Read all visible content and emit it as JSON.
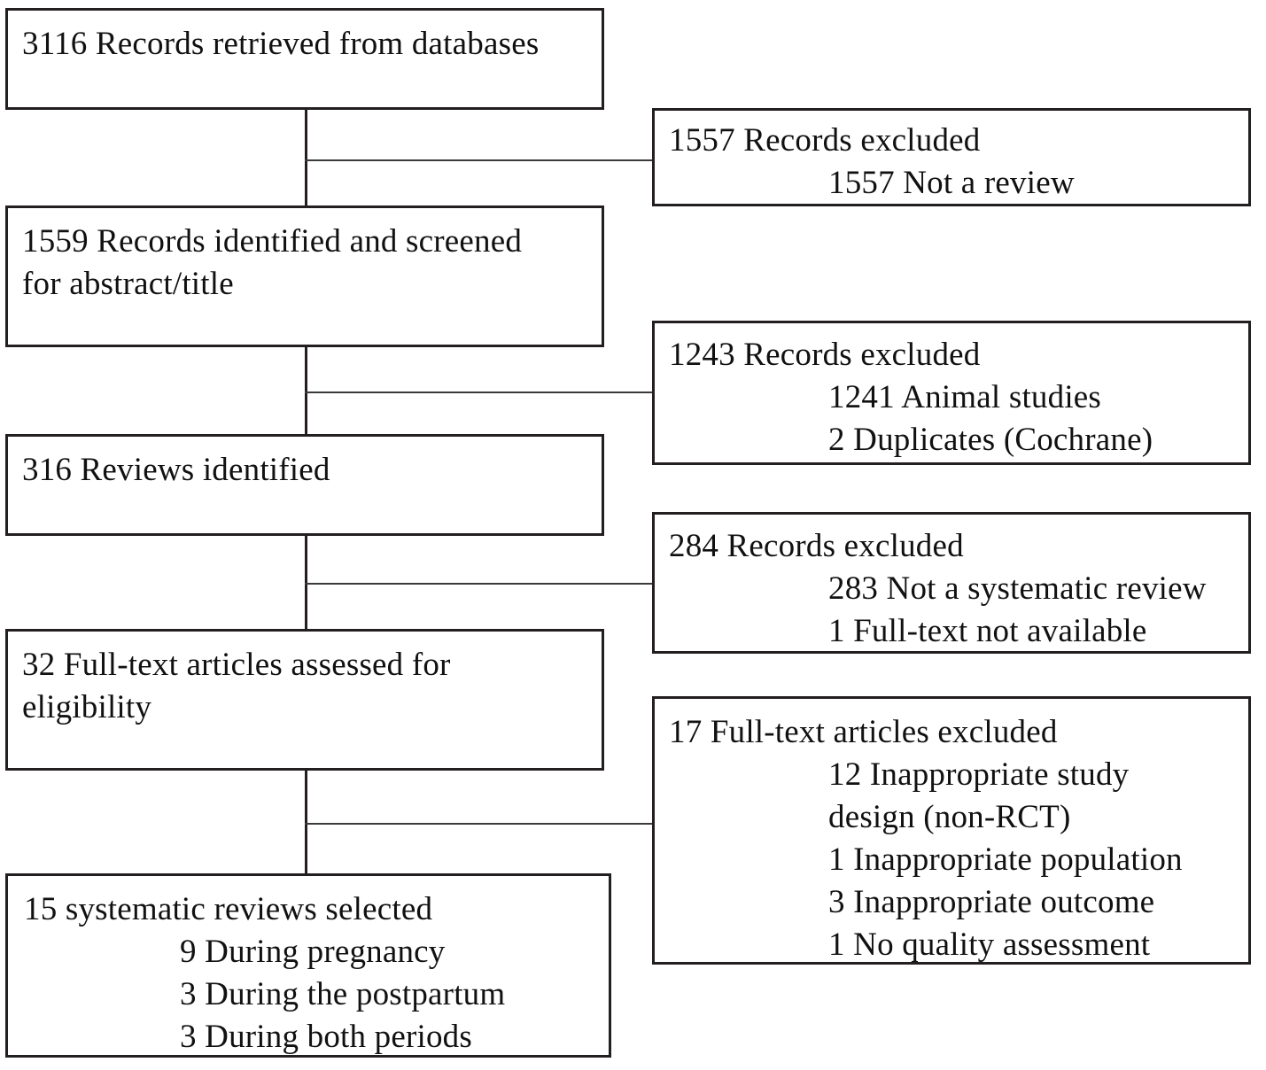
{
  "diagram": {
    "type": "prisma-flow-diagram",
    "orientation": "vertical-with-right-exclusions",
    "line_color": "#231f20",
    "background_color": "#ffffff"
  },
  "flow_boxes": [
    {
      "id": "records-retrieved",
      "count": 3116,
      "lines": [
        {
          "text": "3116 Records retrieved from databases",
          "indent": false
        }
      ]
    },
    {
      "id": "records-screened",
      "count": 1559,
      "lines": [
        {
          "text": "1559 Records identified and screened",
          "indent": false
        },
        {
          "text": "for abstract/title",
          "indent": false
        }
      ]
    },
    {
      "id": "reviews-identified",
      "count": 316,
      "lines": [
        {
          "text": "316 Reviews identified",
          "indent": false
        }
      ]
    },
    {
      "id": "fulltext-assessed",
      "count": 32,
      "lines": [
        {
          "text": "32 Full-text articles assessed for",
          "indent": false
        },
        {
          "text": "eligibility",
          "indent": false
        }
      ]
    },
    {
      "id": "systematic-reviews-selected",
      "count": 15,
      "lines": [
        {
          "text": "15 systematic reviews selected",
          "indent": false
        },
        {
          "text": "9 During pregnancy",
          "indent": true
        },
        {
          "text": "3 During the postpartum",
          "indent": true
        },
        {
          "text": "3 During both periods",
          "indent": true
        }
      ]
    }
  ],
  "exclusion_boxes": [
    {
      "id": "excluded-1",
      "count": 1557,
      "lines": [
        {
          "text": "1557 Records excluded",
          "indent": false
        },
        {
          "text": "1557 Not a review",
          "indent": true
        }
      ]
    },
    {
      "id": "excluded-2",
      "count": 1243,
      "lines": [
        {
          "text": "1243 Records excluded",
          "indent": false
        },
        {
          "text": "1241 Animal studies",
          "indent": true
        },
        {
          "text": "2 Duplicates (Cochrane)",
          "indent": true
        }
      ]
    },
    {
      "id": "excluded-3",
      "count": 284,
      "lines": [
        {
          "text": "284 Records excluded",
          "indent": false
        },
        {
          "text": "283 Not a systematic review",
          "indent": true
        },
        {
          "text": "1 Full-text not available",
          "indent": true
        }
      ]
    },
    {
      "id": "excluded-4",
      "count": 17,
      "lines": [
        {
          "text": "17 Full-text articles excluded",
          "indent": false
        },
        {
          "text": "12 Inappropriate study",
          "indent": true
        },
        {
          "text": "design (non-RCT)",
          "indent": true
        },
        {
          "text": "1 Inappropriate population",
          "indent": true
        },
        {
          "text": "3 Inappropriate outcome",
          "indent": true
        },
        {
          "text": "1 No quality assessment",
          "indent": true
        }
      ]
    }
  ]
}
